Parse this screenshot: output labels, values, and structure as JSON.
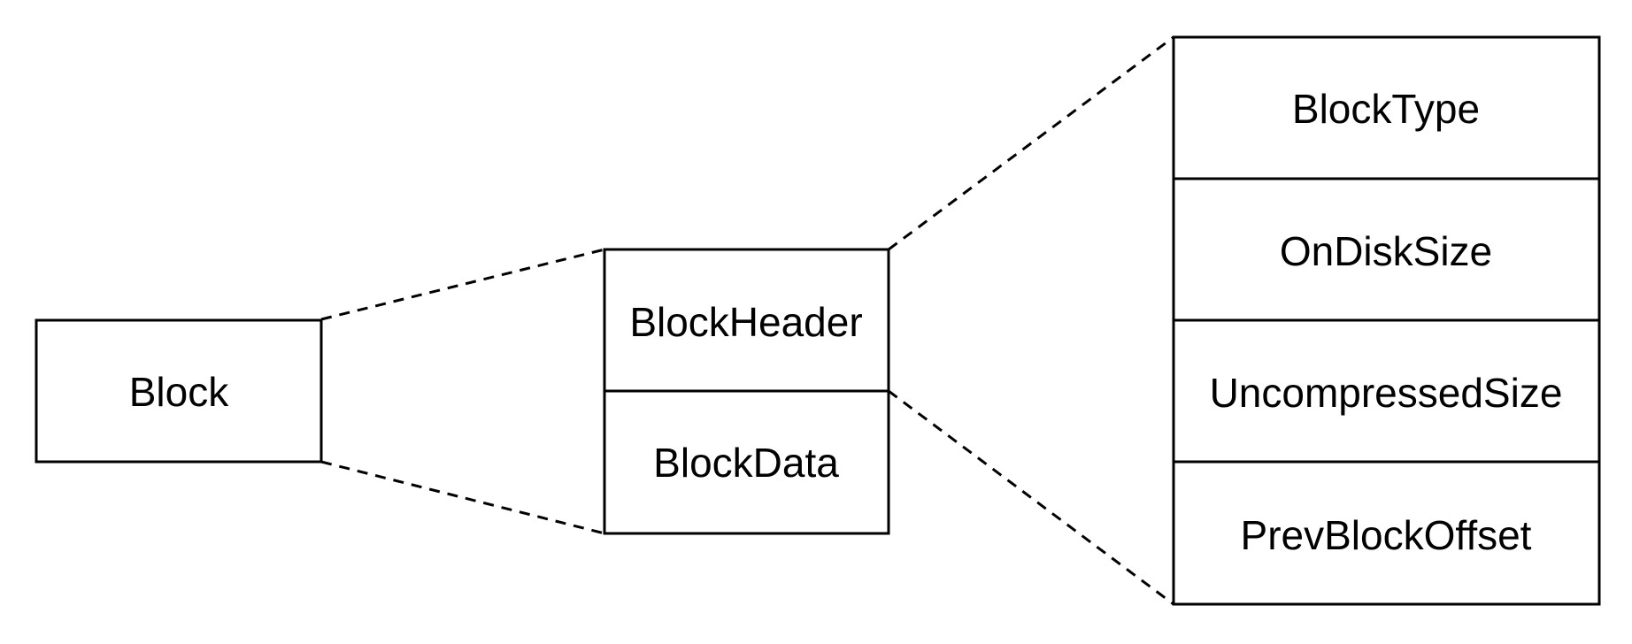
{
  "diagram": {
    "block": {
      "label": "Block"
    },
    "block_parts": {
      "header_label": "BlockHeader",
      "data_label": "BlockData"
    },
    "header_fields": {
      "block_type": "BlockType",
      "on_disk_size": "OnDiskSize",
      "uncompressed_size": "UncompressedSize",
      "prev_block_offset": "PrevBlockOffset"
    }
  }
}
